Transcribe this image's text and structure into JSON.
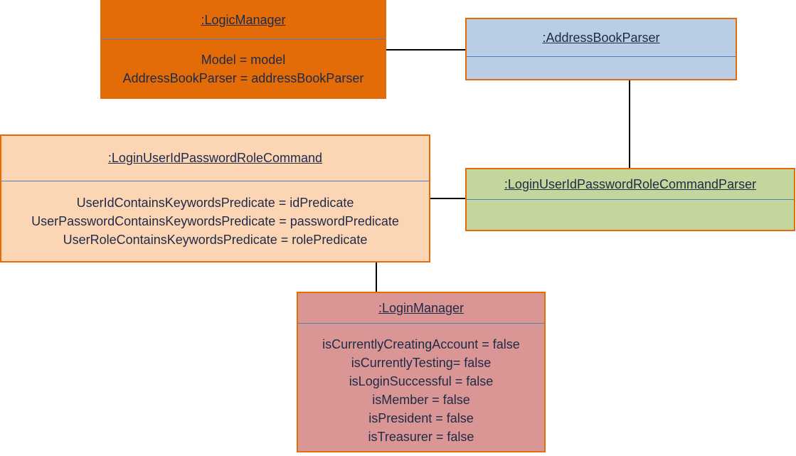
{
  "colors": {
    "border": "#e36c09",
    "divider": "#4f81bd",
    "text": "#1f2a48",
    "connector": "#000000"
  },
  "objects": {
    "logic_manager": {
      "name": ":LogicManager",
      "fill": "#e36c09",
      "attributes": [
        "Model = model",
        "AddressBookParser = addressBookParser"
      ]
    },
    "address_book_parser": {
      "name": ":AddressBookParser",
      "fill": "#b9cde5",
      "attributes": []
    },
    "login_command": {
      "name": ":LoginUserIdPasswordRoleCommand",
      "fill": "#fcd5b5",
      "attributes": [
        "UserIdContainsKeywordsPredicate = idPredicate",
        "UserPasswordContainsKeywordsPredicate = passwordPredicate",
        "UserRoleContainsKeywordsPredicate = rolePredicate"
      ]
    },
    "login_command_parser": {
      "name": ":LoginUserIdPasswordRoleCommandParser",
      "fill": "#c3d69b",
      "attributes": []
    },
    "login_manager": {
      "name": ":LoginManager",
      "fill": "#d99694",
      "attributes": [
        "isCurrentlyCreatingAccount = false",
        "isCurrentlyTesting= false",
        "isLoginSuccessful = false",
        "isMember = false",
        "isPresident = false",
        "isTreasurer = false"
      ]
    }
  },
  "links": [
    {
      "from": "logic_manager",
      "to": "address_book_parser"
    },
    {
      "from": "address_book_parser",
      "to": "login_command_parser"
    },
    {
      "from": "login_command",
      "to": "login_command_parser"
    },
    {
      "from": "login_command",
      "to": "login_manager"
    }
  ]
}
